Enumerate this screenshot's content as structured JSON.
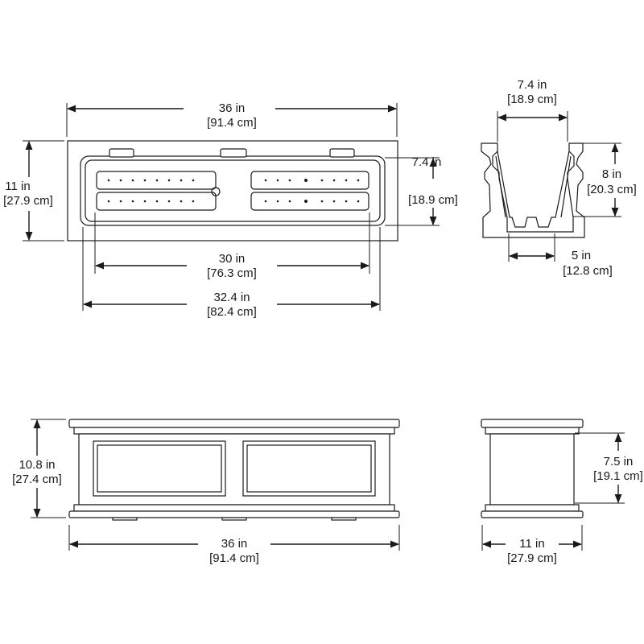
{
  "top_view": {
    "overall_width": {
      "imperial": "36 in",
      "metric": "[91.4 cm]"
    },
    "overall_depth": {
      "imperial": "11 in",
      "metric": "[27.9 cm]"
    },
    "inner_depth": {
      "imperial": "7.4 in",
      "metric": "[18.9 cm]"
    },
    "inner_width": {
      "imperial": "30 in",
      "metric": "[76.3 cm]"
    },
    "interior_width": {
      "imperial": "32.4 in",
      "metric": "[82.4 cm]"
    }
  },
  "section_view": {
    "top_width": {
      "imperial": "7.4 in",
      "metric": "[18.9 cm]"
    },
    "inner_height": {
      "imperial": "8 in",
      "metric": "[20.3 cm]"
    },
    "bottom_width": {
      "imperial": "5 in",
      "metric": "[12.8 cm]"
    }
  },
  "front_view": {
    "height": {
      "imperial": "10.8 in",
      "metric": "[27.4 cm]"
    },
    "width": {
      "imperial": "36 in",
      "metric": "[91.4 cm]"
    }
  },
  "side_view": {
    "panel_height": {
      "imperial": "7.5 in",
      "metric": "[19.1 cm]"
    },
    "width": {
      "imperial": "11 in",
      "metric": "[27.9 cm]"
    }
  }
}
